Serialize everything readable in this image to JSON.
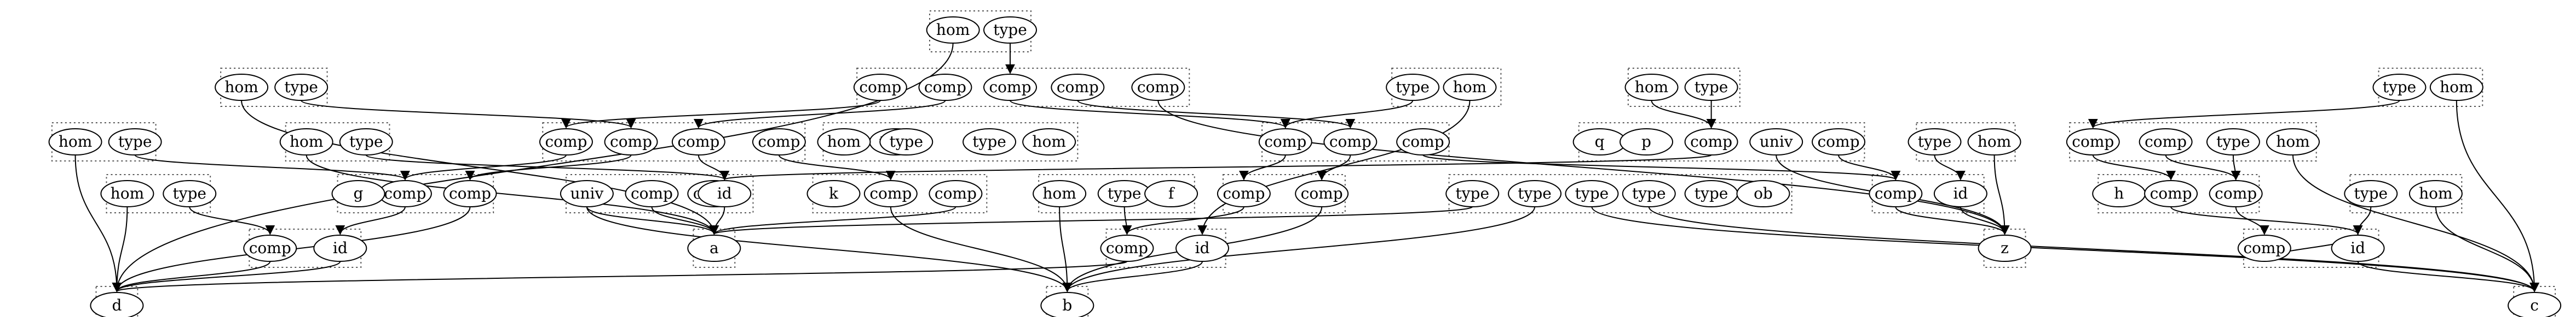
{
  "diagram": {
    "colors": {
      "line": "#000000",
      "cluster_border": "#555555",
      "background": "#ffffff"
    },
    "nodes": [
      {
        "id": "n_hom_t1",
        "label": "hom"
      },
      {
        "id": "n_type_t1",
        "label": "type"
      },
      {
        "id": "n_hom_a",
        "label": "hom"
      },
      {
        "id": "n_type_a",
        "label": "type"
      },
      {
        "id": "n_comp_t2a",
        "label": "comp"
      },
      {
        "id": "n_comp_t2b",
        "label": "comp"
      },
      {
        "id": "n_comp_t2c",
        "label": "comp"
      },
      {
        "id": "n_comp_t2d",
        "label": "comp"
      },
      {
        "id": "n_comp_t2e",
        "label": "comp"
      },
      {
        "id": "n_type_c1",
        "label": "type"
      },
      {
        "id": "n_hom_c1",
        "label": "hom"
      },
      {
        "id": "n_hom_c2",
        "label": "hom"
      },
      {
        "id": "n_type_c2",
        "label": "type"
      },
      {
        "id": "n_type_r1",
        "label": "type"
      },
      {
        "id": "n_hom_r1",
        "label": "hom"
      },
      {
        "id": "n_hom_l1",
        "label": "hom"
      },
      {
        "id": "n_type_l1",
        "label": "type"
      },
      {
        "id": "n_hom_l2",
        "label": "hom"
      },
      {
        "id": "n_type_l2",
        "label": "type"
      },
      {
        "id": "n_comp_r3a",
        "label": "comp"
      },
      {
        "id": "n_comp_r3b",
        "label": "comp"
      },
      {
        "id": "n_comp_r3c",
        "label": "comp"
      },
      {
        "id": "n_comp_r3d",
        "label": "comp"
      },
      {
        "id": "n_comp_r3e",
        "label": "comp"
      },
      {
        "id": "n_comp_r3f",
        "label": "comp"
      },
      {
        "id": "n_comp_r3g",
        "label": "comp"
      },
      {
        "id": "n_q",
        "label": "q"
      },
      {
        "id": "n_p",
        "label": "p"
      },
      {
        "id": "n_comp_r3h",
        "label": "comp"
      },
      {
        "id": "n_univ_r3",
        "label": "univ"
      },
      {
        "id": "n_comp_r3i",
        "label": "comp"
      },
      {
        "id": "n_type_r3a",
        "label": "type"
      },
      {
        "id": "n_hom_r3a",
        "label": "hom"
      },
      {
        "id": "n_comp_r3j",
        "label": "comp"
      },
      {
        "id": "n_comp_r3k",
        "label": "comp"
      },
      {
        "id": "n_type_r3b",
        "label": "type"
      },
      {
        "id": "n_hom_r3b",
        "label": "hom"
      },
      {
        "id": "n_type_r3c",
        "label": "type"
      },
      {
        "id": "n_type_r3d",
        "label": "type"
      },
      {
        "id": "n_hom_r3c",
        "label": "hom"
      },
      {
        "id": "n_hom_m1",
        "label": "hom"
      },
      {
        "id": "n_type_m1",
        "label": "type"
      },
      {
        "id": "n_comp_m1",
        "label": "comp"
      },
      {
        "id": "n_comp_m2",
        "label": "comp"
      },
      {
        "id": "n_g",
        "label": "g"
      },
      {
        "id": "n_comp_m3",
        "label": "comp"
      },
      {
        "id": "n_univ_m",
        "label": "univ"
      },
      {
        "id": "n_comp_m4",
        "label": "comp"
      },
      {
        "id": "n_id_m1",
        "label": "id"
      },
      {
        "id": "n_k",
        "label": "k"
      },
      {
        "id": "n_comp_m5",
        "label": "comp"
      },
      {
        "id": "n_comp_m6",
        "label": "comp"
      },
      {
        "id": "n_hom_m2",
        "label": "hom"
      },
      {
        "id": "n_type_m2",
        "label": "type"
      },
      {
        "id": "n_f",
        "label": "f"
      },
      {
        "id": "n_comp_m7",
        "label": "comp"
      },
      {
        "id": "n_comp_m8",
        "label": "comp"
      },
      {
        "id": "n_type_m3",
        "label": "type"
      },
      {
        "id": "n_type_m4",
        "label": "type"
      },
      {
        "id": "n_type_m5",
        "label": "type"
      },
      {
        "id": "n_type_m6",
        "label": "type"
      },
      {
        "id": "n_type_m7",
        "label": "type"
      },
      {
        "id": "n_ob",
        "label": "ob"
      },
      {
        "id": "n_comp_m9",
        "label": "comp"
      },
      {
        "id": "n_id_m2",
        "label": "id"
      },
      {
        "id": "n_h",
        "label": "h"
      },
      {
        "id": "n_comp_m10",
        "label": "comp"
      },
      {
        "id": "n_comp_m11",
        "label": "comp"
      },
      {
        "id": "n_type_m8",
        "label": "type"
      },
      {
        "id": "n_hom_m3",
        "label": "hom"
      },
      {
        "id": "n_hom_l3",
        "label": "hom"
      },
      {
        "id": "n_type_l3",
        "label": "type"
      },
      {
        "id": "n_comp_l3",
        "label": "comp"
      },
      {
        "id": "n_id_l3",
        "label": "id"
      },
      {
        "id": "n_a",
        "label": "a"
      },
      {
        "id": "n_comp_b1",
        "label": "comp"
      },
      {
        "id": "n_id_b1",
        "label": "id"
      },
      {
        "id": "n_z",
        "label": "z"
      },
      {
        "id": "n_comp_b2",
        "label": "comp"
      },
      {
        "id": "n_id_b2",
        "label": "id"
      },
      {
        "id": "n_d",
        "label": "d"
      },
      {
        "id": "n_b",
        "label": "b"
      },
      {
        "id": "n_c",
        "label": "c"
      }
    ]
  }
}
